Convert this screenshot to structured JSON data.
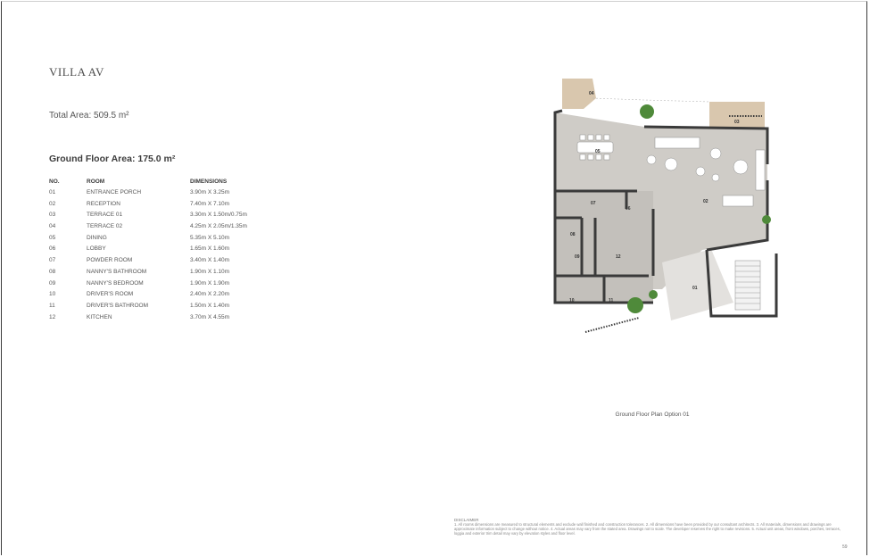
{
  "title": "VILLA AV",
  "total_area": "Total Area: 509.5 m²",
  "ground_floor_area": "Ground Floor Area: 175.0 m²",
  "table": {
    "headers": {
      "no": "NO.",
      "room": "ROOM",
      "dimensions": "DIMENSIONS"
    },
    "rows": [
      {
        "no": "01",
        "room": "ENTRANCE PORCH",
        "dim": "3.90m X 3.25m"
      },
      {
        "no": "02",
        "room": "RECEPTION",
        "dim": "7.40m X 7.10m"
      },
      {
        "no": "03",
        "room": "TERRACE 01",
        "dim": "3.30m X 1.50m/0.75m"
      },
      {
        "no": "04",
        "room": "TERRACE 02",
        "dim": "4.25m X 2.05m/1.35m"
      },
      {
        "no": "05",
        "room": "DINING",
        "dim": "5.35m X 5.10m"
      },
      {
        "no": "06",
        "room": "LOBBY",
        "dim": "1.65m X 1.60m"
      },
      {
        "no": "07",
        "room": "POWDER ROOM",
        "dim": "3.40m X 1.40m"
      },
      {
        "no": "08",
        "room": "NANNY'S BATHROOM",
        "dim": "1.90m X 1.10m"
      },
      {
        "no": "09",
        "room": "NANNY'S BEDROOM",
        "dim": "1.90m X 1.90m"
      },
      {
        "no": "10",
        "room": "DRIVER'S ROOM",
        "dim": "2.40m X 2.20m"
      },
      {
        "no": "11",
        "room": "DRIVER'S BATHROOM",
        "dim": "1.50m X 1.40m"
      },
      {
        "no": "12",
        "room": "KITCHEN",
        "dim": "3.70m X 4.55m"
      }
    ]
  },
  "plan_labels": {
    "r01": "01",
    "r02": "02",
    "r03": "03",
    "r04": "04",
    "r05": "05",
    "r06": "06",
    "r07": "07",
    "r08": "08",
    "r09": "09",
    "r10": "10",
    "r11": "11",
    "r12": "12"
  },
  "caption": "Ground Floor Plan Option 01",
  "disclaimer": {
    "heading": "DISCLAIMER",
    "text": "1. All rooms dimensions are measured to structural elements and exclude wall finished and construction tolerances. 2. All dimensions have been provided by our consultant architects. 3. All materials, dimensions and drawings are approximate information subject to change without notice. 4. Actual areas may vary from the stated area. Drawings not to scale. The developer reserves the right to make revisions. 5. Actual unit areas, front windows, porches, terraces, loggia and exterior trim detail may vary by elevation styles and floor level."
  },
  "page_number": "59",
  "colors": {
    "wall": "#3a3a3a",
    "floor": "#c9c6c1",
    "terrace": "#d9c7ae",
    "tree": "#4f8a3a"
  }
}
